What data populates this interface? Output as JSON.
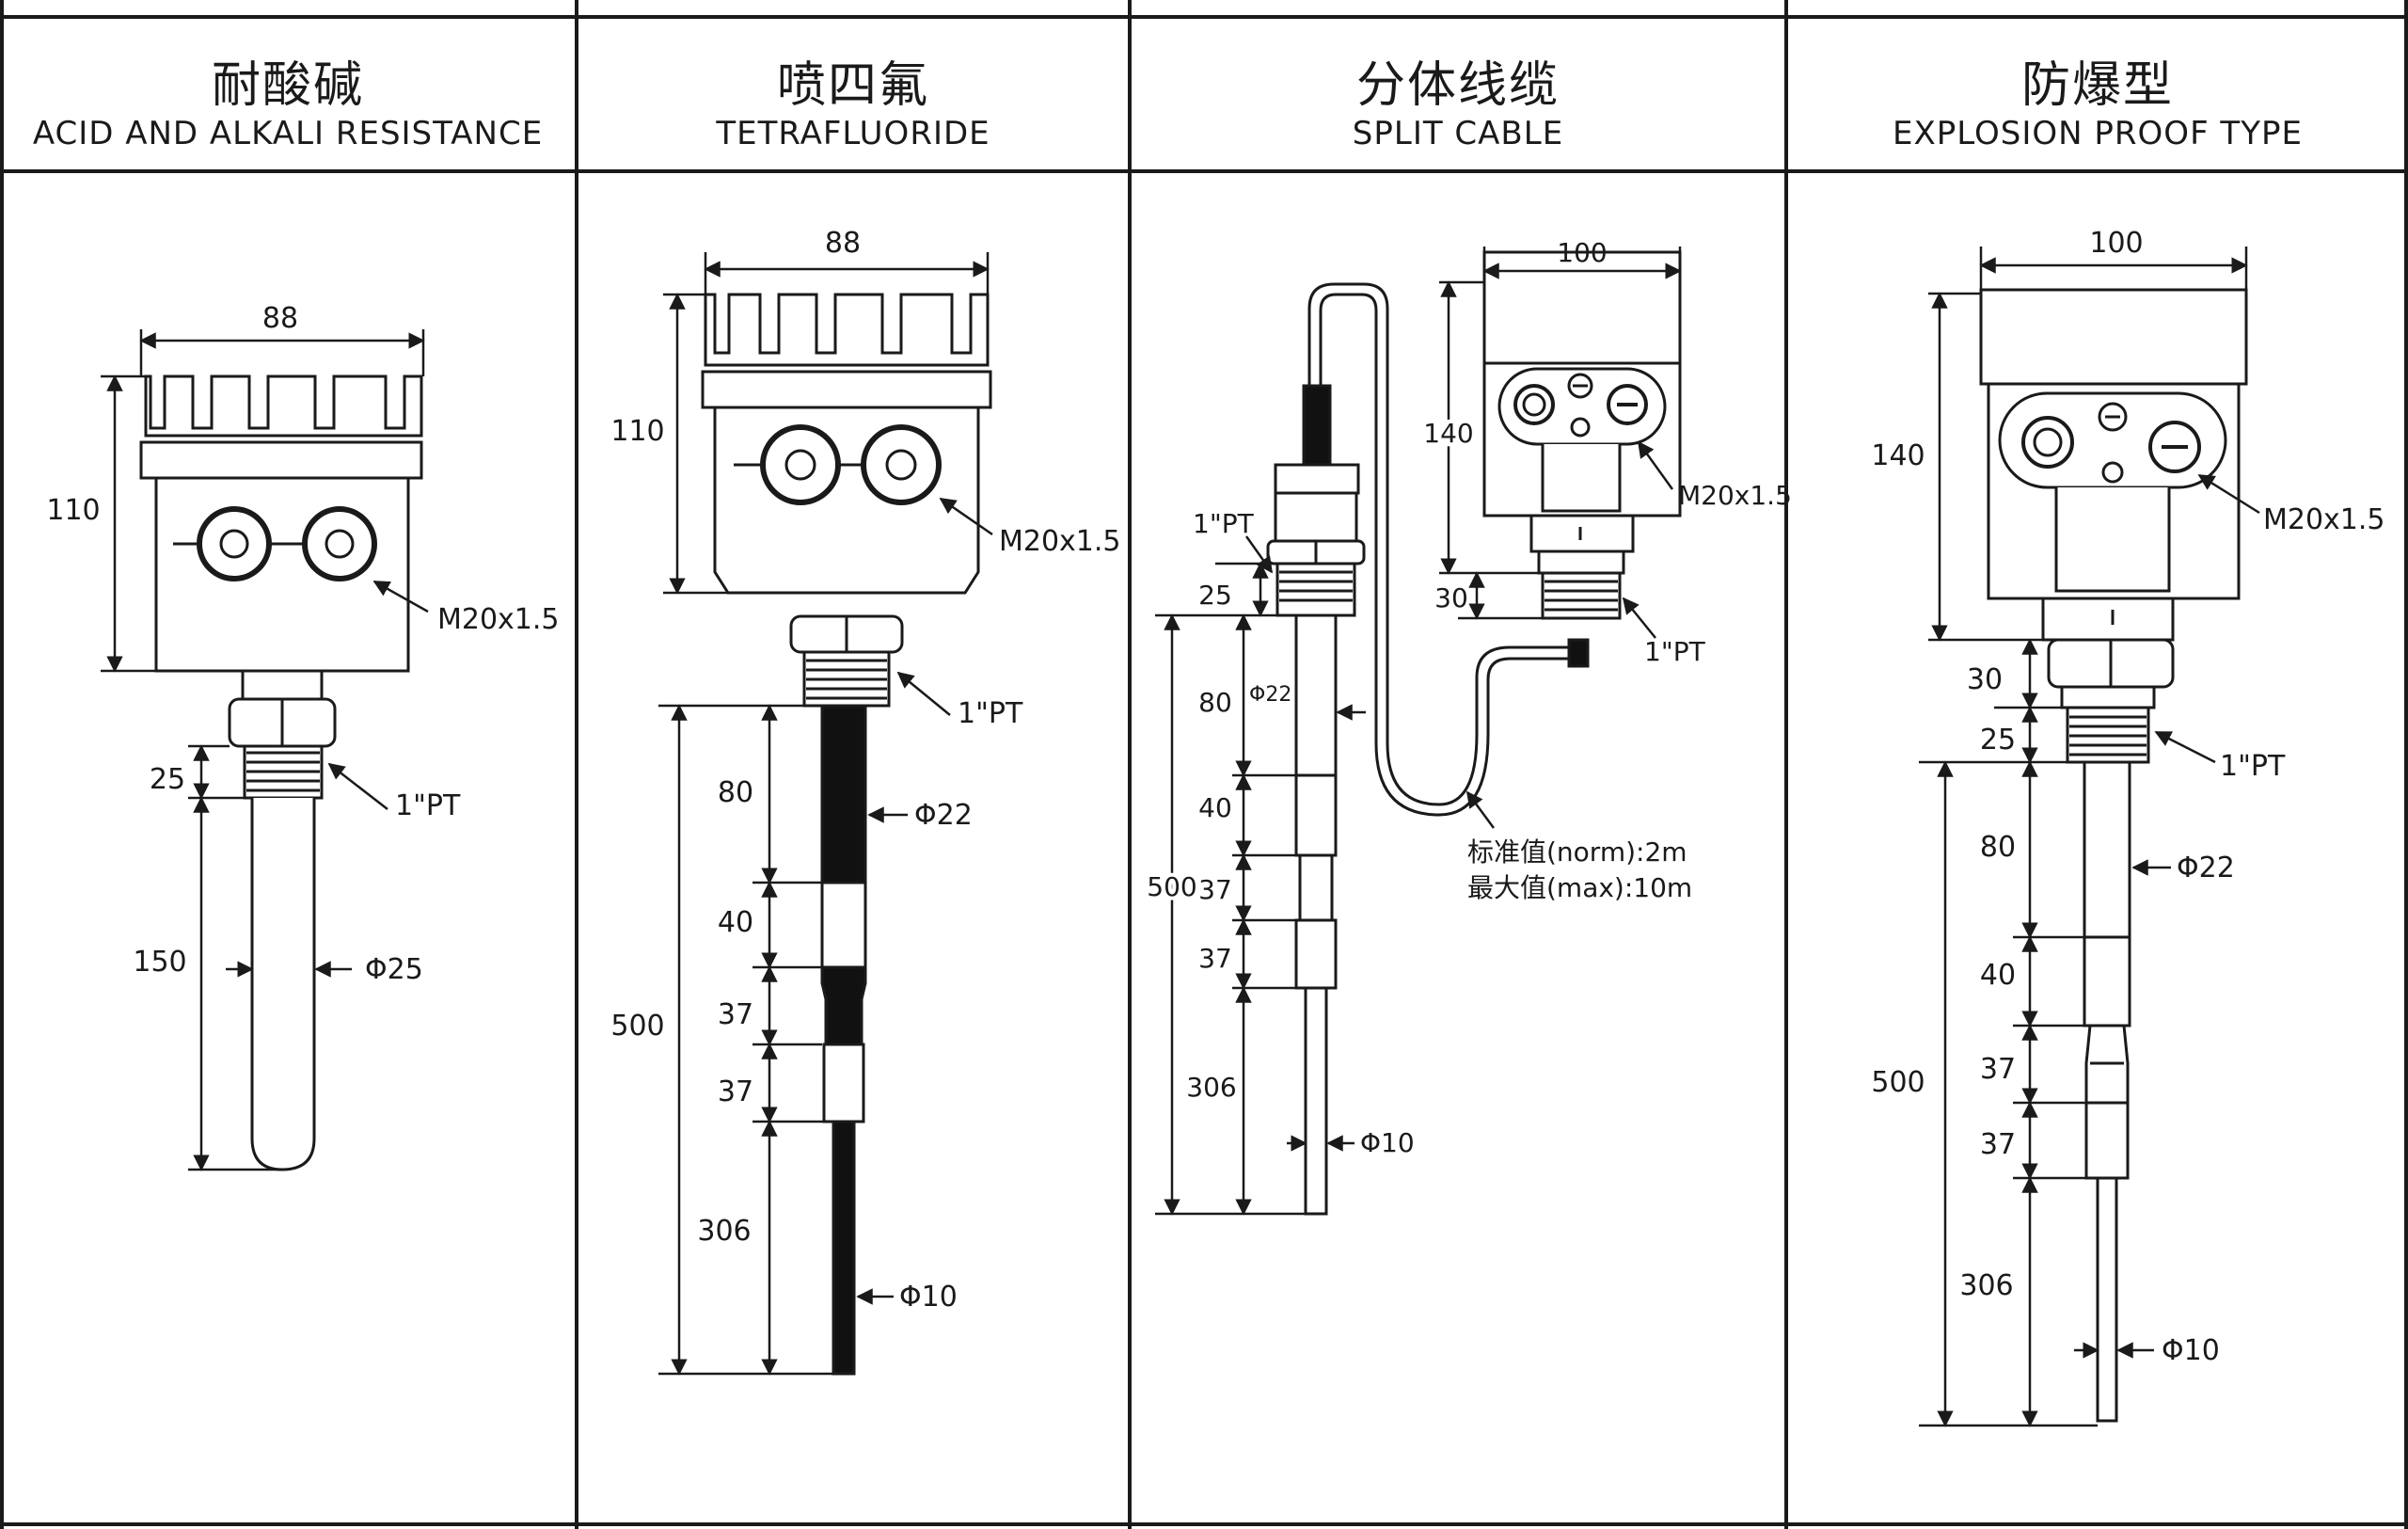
{
  "columns": [
    {
      "zh": "耐酸碱",
      "en": "ACID AND ALKALI RESISTANCE"
    },
    {
      "zh": "喷四氟",
      "en": "TETRAFLUORIDE"
    },
    {
      "zh": "分体线缆",
      "en": "SPLIT CABLE"
    },
    {
      "zh": "防爆型",
      "en": "EXPLOSION PROOF TYPE"
    }
  ],
  "acid": {
    "w": "88",
    "h": "110",
    "thread": "25",
    "probe": "150",
    "dia": "Φ25",
    "port": "M20x1.5",
    "pt": "1\"PT"
  },
  "tetra": {
    "w": "88",
    "h": "110",
    "total": "500",
    "s1": "80",
    "s2": "40",
    "s3": "37",
    "s4": "37",
    "s5": "306",
    "dia1": "Φ22",
    "dia2": "Φ10",
    "port": "M20x1.5",
    "pt": "1\"PT"
  },
  "split": {
    "w": "100",
    "h": "140",
    "nut": "30",
    "thread": "25",
    "total": "500",
    "s1": "80",
    "s2": "40",
    "s3": "37",
    "s4": "37",
    "s5": "306",
    "dia1": "Φ22",
    "dia2": "Φ10",
    "port": "M20x1.5",
    "pt_top": "1\"PT",
    "pt_bot": "1\"PT",
    "norm": "标准值(norm):2m",
    "max": "最大值(max):10m"
  },
  "ex": {
    "w": "100",
    "h": "140",
    "nut": "30",
    "thread": "25",
    "total": "500",
    "s1": "80",
    "s2": "40",
    "s3": "37",
    "s4": "37",
    "s5": "306",
    "dia1": "Φ22",
    "dia2": "Φ10",
    "port": "M20x1.5",
    "pt": "1\"PT"
  }
}
